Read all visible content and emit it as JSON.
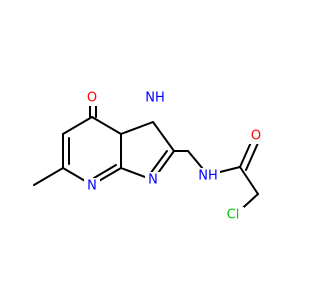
{
  "molecule": {
    "atoms": [
      {
        "id": "O1",
        "label": "O",
        "color": "#ff0000"
      },
      {
        "id": "N1H",
        "label": "NH",
        "color": "#0000ff"
      },
      {
        "id": "N4",
        "label": "N",
        "color": "#0000ff"
      },
      {
        "id": "N3",
        "label": "N",
        "color": "#0000ff"
      },
      {
        "id": "Namide",
        "label": "NH",
        "color": "#0000ff"
      },
      {
        "id": "O2",
        "label": "O",
        "color": "#ff0000"
      },
      {
        "id": "Cl",
        "label": "Cl",
        "color": "#00cc00"
      }
    ]
  }
}
